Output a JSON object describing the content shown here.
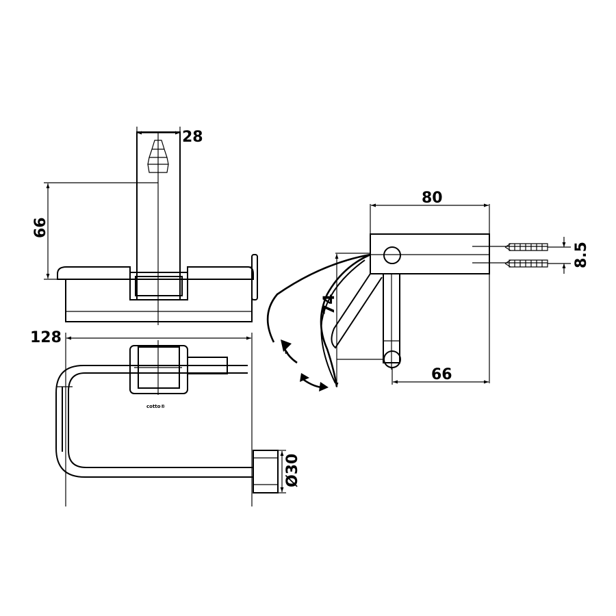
{
  "dimensions": {
    "top_width": "28",
    "top_height": "66",
    "front_width": "128",
    "diameter": "Ø30",
    "side_width": "80",
    "side_height": "74",
    "side_depth": "66",
    "screw_spacing": "8.5"
  },
  "brand_mark": "cotto®"
}
